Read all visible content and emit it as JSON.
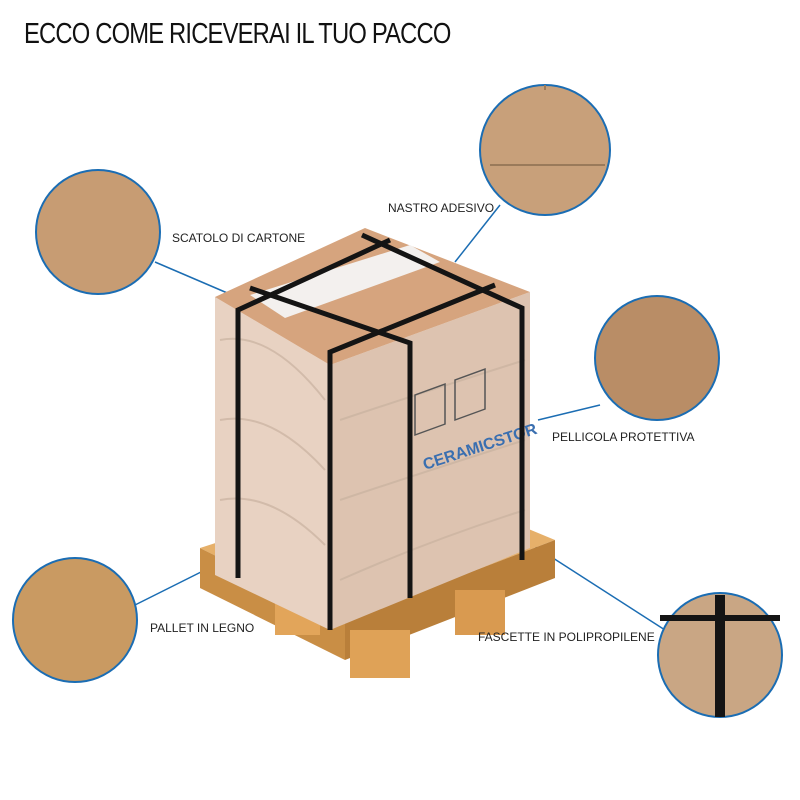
{
  "title": "ECCO COME RICEVERAI IL TUO PACCO",
  "labels": {
    "box": "SCATOLO DI CARTONE",
    "tape": "NASTRO ADESIVO",
    "film": "PELLICOLA PROTETTIVA",
    "pallet": "PALLET IN LEGNO",
    "straps": "FASCETTE IN POLIPROPILENE"
  },
  "logo_text": "CERAMICSTOR",
  "colors": {
    "leader": "#1b6db3",
    "cardboard": "#d9ab85",
    "strap": "#141414",
    "pallet": "#e0a55a"
  }
}
